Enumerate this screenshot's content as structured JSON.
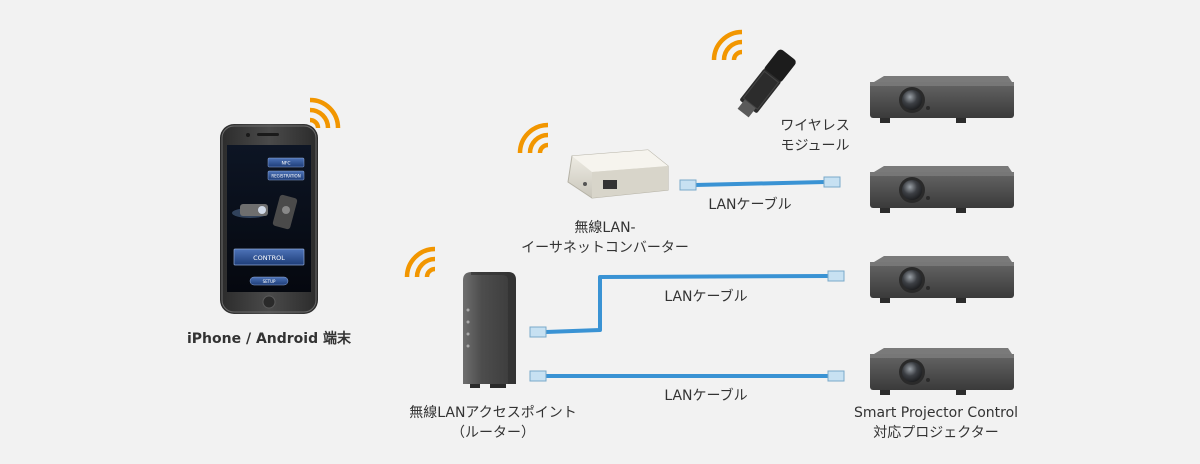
{
  "phone": {
    "caption": "iPhone / Android 端末",
    "screen_buttons": {
      "nfc": "NFC",
      "registration": "REGISTRATION",
      "control": "CONTROL",
      "setup": "SETUP"
    }
  },
  "converter": {
    "caption_line1": "無線LAN-",
    "caption_line2": "イーサネットコンバーター"
  },
  "wireless_module": {
    "caption_line1": "ワイヤレス",
    "caption_line2": "モジュール"
  },
  "router": {
    "caption_line1": "無線LANアクセスポイント",
    "caption_line2": "（ルーター）"
  },
  "projectors": {
    "caption_line1": "Smart Projector Control",
    "caption_line2": "対応プロジェクター"
  },
  "cables": {
    "label_1": "LANケーブル",
    "label_2": "LANケーブル",
    "label_3": "LANケーブル"
  },
  "colors": {
    "wifi": "#f29600",
    "cable": "#3a93d4",
    "background": "#f2f2f2"
  }
}
